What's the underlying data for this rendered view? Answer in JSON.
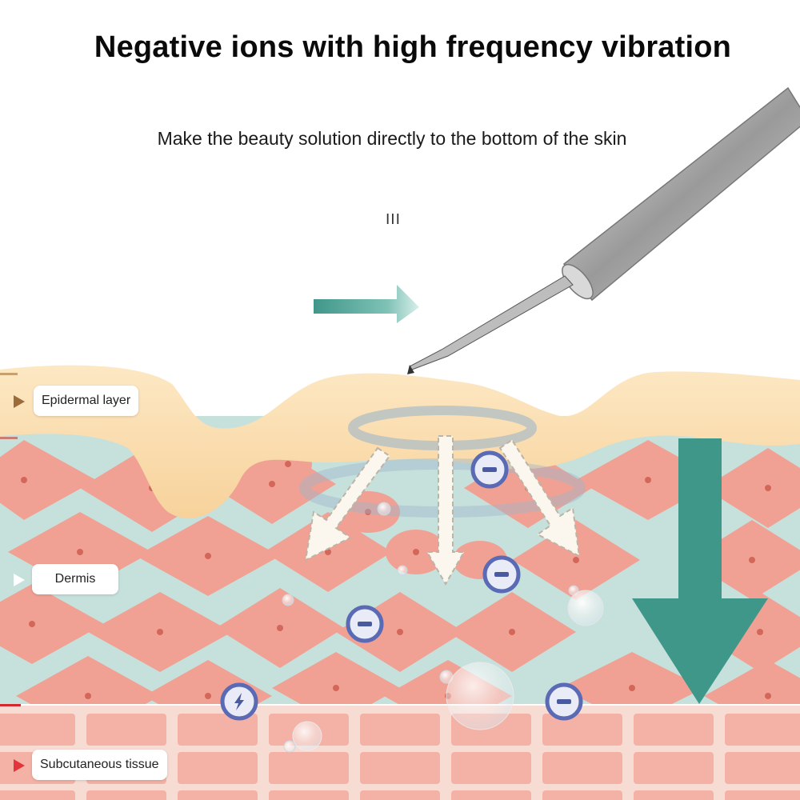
{
  "title": "Negative ions with high frequency vibration",
  "subtitle": "Make the beauty solution directly to the bottom of the skin",
  "device_mark": "III",
  "layers": [
    {
      "label": "Epidermal layer"
    },
    {
      "label": "Dermis"
    },
    {
      "label": "Subcutaneous tissue"
    }
  ],
  "icons": {
    "negative_ion": "negative-ion-icon",
    "lightning": "lightning-icon",
    "bubble": "bubble-icon",
    "device": "beauty-device-icon"
  },
  "colors": {
    "epidermis": "#f9d9a6",
    "dermis_cell": "#f0a193",
    "dermis_gap": "#b9dbd7",
    "subcutaneous": "#f4b2a6",
    "arrow_teal": "#3f978a",
    "ion_ring": "#5a6ab4"
  }
}
